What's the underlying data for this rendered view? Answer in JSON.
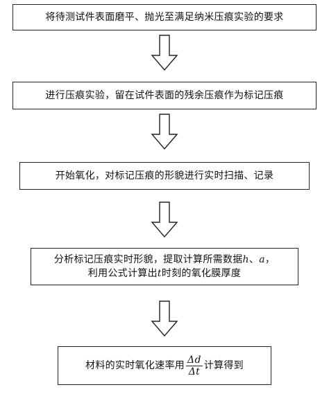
{
  "flowchart": {
    "step1": {
      "text": "将待测试件表面磨平、抛光至满足纳米压痕实验的要求"
    },
    "step2": {
      "text": "进行压痕实验，留在试件表面的残余压痕作为标记压痕"
    },
    "step3": {
      "text": "开始氧化，对标记压痕的形貌进行实时扫描、记录"
    },
    "step4": {
      "line1_prefix": "分析标记压痕实时形貌，提取计算所需数据",
      "var_h": "h",
      "sep": "、",
      "var_a": "a",
      "line1_suffix": "，",
      "line2_prefix": "利用公式计算出",
      "var_t": "t",
      "line2_suffix": "时刻的氧化膜厚度"
    },
    "step5": {
      "prefix": "材料的实时氧化速率用",
      "frac_num": "Δd",
      "frac_den": "Δt",
      "suffix": "计算得到"
    },
    "arrow_icon": "down-arrow-icon"
  }
}
